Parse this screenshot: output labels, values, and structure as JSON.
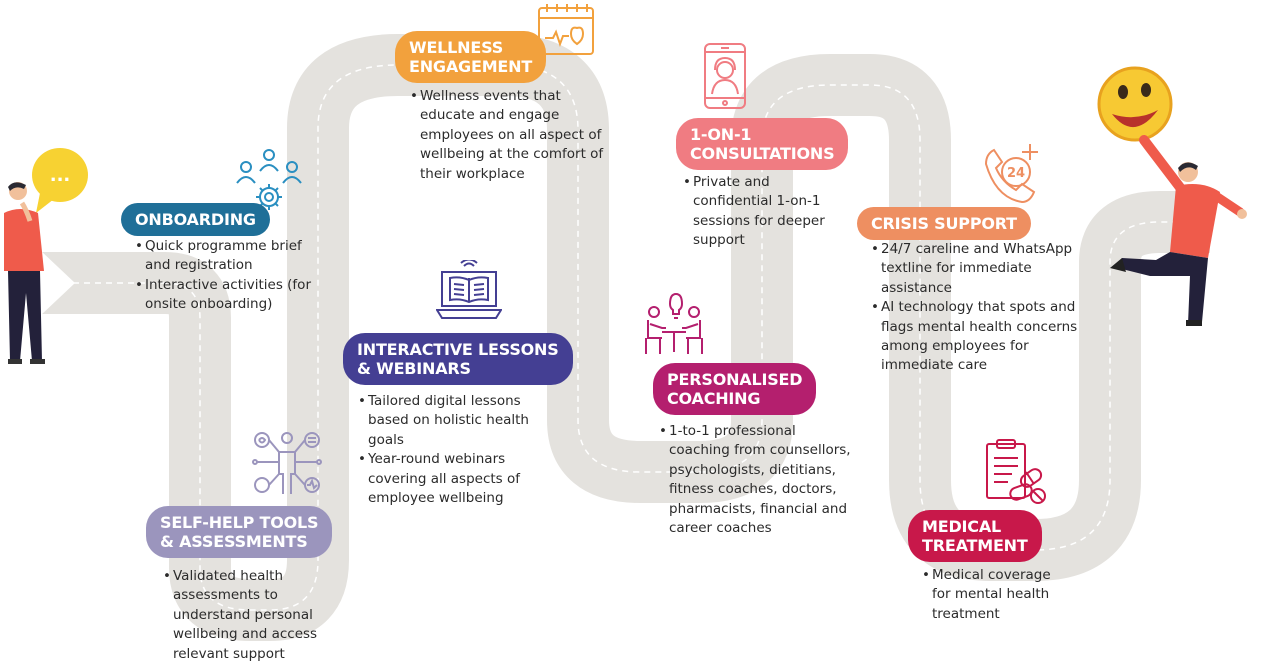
{
  "stages": [
    {
      "id": "onboarding",
      "title_lines": [
        "ONBOARDING"
      ],
      "color": "#1f6f98",
      "bullets": [
        "Quick programme brief and registration",
        "Interactive activities (for onsite onboarding)"
      ],
      "icon": "team-settings-icon"
    },
    {
      "id": "self-help",
      "title_lines": [
        "SELF-HELP TOOLS",
        "& ASSESSMENTS"
      ],
      "color": "#9b95bd",
      "bullets": [
        "Validated health assessments to understand personal wellbeing and access relevant support"
      ],
      "icon": "health-network-icon"
    },
    {
      "id": "interactive",
      "title_lines": [
        "INTERACTIVE LESSONS",
        "& WEBINARS"
      ],
      "color": "#443f93",
      "bullets": [
        "Tailored digital lessons based on holistic health goals",
        "Year-round webinars covering all aspects of employee wellbeing"
      ],
      "icon": "laptop-book-icon"
    },
    {
      "id": "wellness",
      "title_lines": [
        "WELLNESS",
        "ENGAGEMENT"
      ],
      "color": "#f2a13d",
      "bullets": [
        "Wellness events that educate and engage employees on all aspect of wellbeing at the comfort of their workplace"
      ],
      "icon": "calendar-heart-icon"
    },
    {
      "id": "consult",
      "title_lines": [
        "1-ON-1",
        "CONSULTATIONS"
      ],
      "color": "#f07c82",
      "bullets": [
        "Private and confidential 1-on-1 sessions for deeper support"
      ],
      "icon": "phone-video-icon"
    },
    {
      "id": "coaching",
      "title_lines": [
        "PERSONALISED",
        "COACHING"
      ],
      "color": "#b41f6e",
      "bullets": [
        "1-to-1 professional coaching from counsellors, psychologists, dietitians, fitness coaches, doctors, pharmacists, financial and career coaches"
      ],
      "icon": "coaching-session-icon"
    },
    {
      "id": "crisis",
      "title_lines": [
        "CRISIS SUPPORT"
      ],
      "color": "#ee8f61",
      "bullets": [
        "24/7 careline and WhatsApp textline for immediate assistance",
        "AI technology that spots and flags mental health concerns among employees for immediate care"
      ],
      "icon": "phone-24-icon",
      "icon_text": "24"
    },
    {
      "id": "medical",
      "title_lines": [
        "MEDICAL",
        "TREATMENT"
      ],
      "color": "#c8184a",
      "bullets": [
        "Medical coverage for mental health treatment"
      ],
      "icon": "clipboard-pills-icon"
    }
  ],
  "speech_bubble": "...",
  "colors": {
    "road": "#e4e2de",
    "road_dash": "#ffffff",
    "bubble": "#f7d232"
  }
}
